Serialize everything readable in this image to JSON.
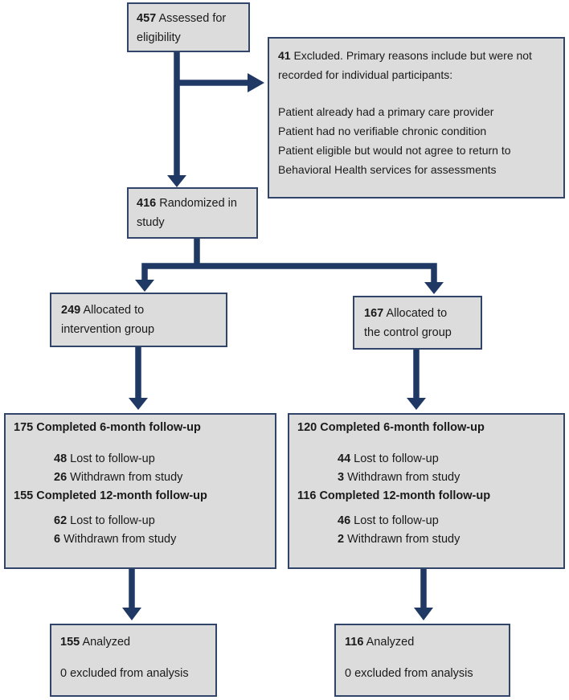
{
  "colors": {
    "accent": "#1f3864",
    "box_border": "#31456b",
    "box_fill": "#dcdcdc",
    "background": "#ffffff"
  },
  "boxes": {
    "assessed": {
      "number": "457",
      "label": "Assessed for\neligibility"
    },
    "excluded": {
      "number": "41",
      "label": "Excluded. Primary reasons include but were not\nrecorded for individual participants:",
      "reasons": "Patient already had a primary care provider\nPatient had no verifiable chronic condition\nPatient eligible but would not agree to return to\nBehavioral Health services for assessments"
    },
    "randomized": {
      "number": "416",
      "label": "Randomized in\nstudy"
    },
    "allocated_intervention": {
      "number": "249",
      "label": "Allocated to\nintervention group"
    },
    "allocated_control": {
      "number": "167",
      "label": "Allocated to\nthe control group"
    },
    "followup_intervention": {
      "completed6": {
        "number": "175",
        "text": "Completed 6-month follow-up"
      },
      "lost6": {
        "number": "48",
        "text": "Lost to follow-up"
      },
      "withdrawn6": {
        "number": "26",
        "text": "Withdrawn from study"
      },
      "completed12": {
        "number": "155",
        "text": "Completed 12-month follow-up"
      },
      "lost12": {
        "number": "62",
        "text": "Lost to follow-up"
      },
      "withdrawn12": {
        "number": "6",
        "text": "Withdrawn from study"
      }
    },
    "followup_control": {
      "completed6": {
        "number": "120",
        "text": "Completed 6-month follow-up"
      },
      "lost6": {
        "number": "44",
        "text": "Lost to follow-up"
      },
      "withdrawn6": {
        "number": "3",
        "text": "Withdrawn from study"
      },
      "completed12": {
        "number": "116",
        "text": "Completed 12-month follow-up"
      },
      "lost12": {
        "number": "46",
        "text": "Lost to follow-up"
      },
      "withdrawn12": {
        "number": "2",
        "text": "Withdrawn from study"
      }
    },
    "analyzed_intervention": {
      "number": "155",
      "label": "Analyzed",
      "note": "0 excluded from analysis"
    },
    "analyzed_control": {
      "number": "116",
      "label": "Analyzed",
      "note": "0 excluded from analysis"
    }
  }
}
